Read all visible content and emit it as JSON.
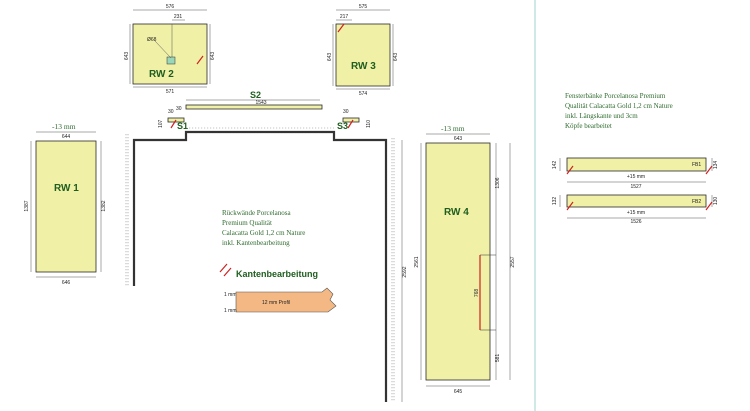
{
  "rw2": {
    "name": "RW 2",
    "top_width": "576",
    "offset": "231",
    "height_left": "643",
    "height_right": "643",
    "hole": "Ø68",
    "bottom_width": "571"
  },
  "rw3": {
    "name": "RW 3",
    "top_width": "575",
    "offset": "217",
    "height_left": "643",
    "height_right": "643",
    "bottom_width": "574"
  },
  "s2": {
    "name": "S2",
    "length": "1543",
    "depth": "30"
  },
  "s1": {
    "name": "S1",
    "a": "30",
    "b": "107"
  },
  "s3": {
    "name": "S3",
    "a": "30",
    "b": "110"
  },
  "rw1": {
    "name": "RW 1",
    "note": "-13 mm",
    "top_width": "644",
    "height_left": "1387",
    "height_right": "1382",
    "bottom_width": "646"
  },
  "rw4": {
    "name": "RW 4",
    "note": "-13 mm",
    "top_width": "643",
    "height_left": "2561",
    "height_right": "2557",
    "seg1": "1306",
    "seg2": "768",
    "seg3": "581",
    "bottom_width": "645"
  },
  "room": {
    "height": "2592"
  },
  "notes": {
    "rueckwaende": [
      "Rückwände Porcelanosa",
      "Premium Qualität",
      "Calacatta Gold 1,2 cm Nature",
      "inkl. Kantenbearbeitung"
    ],
    "legend_title": "Kantenbearbeitung",
    "edge_top": "1 mm",
    "edge_bottom": "1 mm",
    "edge_profile": "12 mm Profil",
    "fensterbaenke": [
      "Fensterbänke Porcelanosa Premium",
      "Qualität Calacatta Gold 1,2 cm Nature",
      "inkl. Längskante und 3cm",
      "Köpfe bearbeitet"
    ]
  },
  "fb1": {
    "name": "FB1",
    "left": "142",
    "right": "134",
    "width_note": "+15 mm",
    "length": "1527"
  },
  "fb2": {
    "name": "FB2",
    "left": "132",
    "right": "130",
    "width_note": "+15 mm",
    "length": "1526"
  },
  "colors": {
    "slab": "#f0f0a6",
    "label": "#1f5e1f",
    "cut_mark": "#d02020",
    "divider": "#9fd6c8"
  }
}
